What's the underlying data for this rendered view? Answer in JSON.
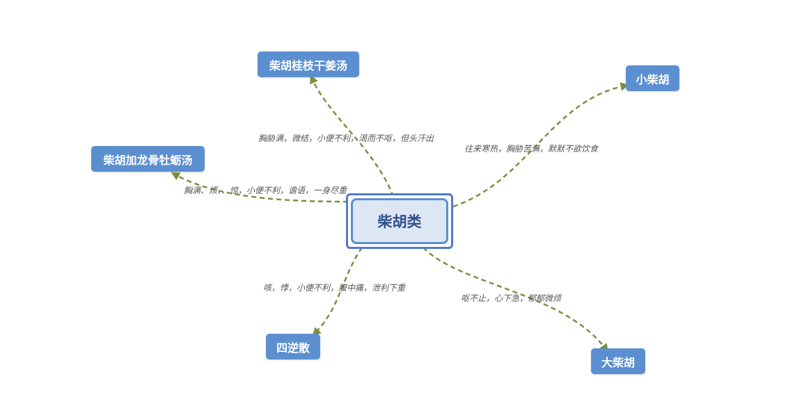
{
  "center": {
    "label": "柴胡类"
  },
  "nodes": {
    "guizhi": {
      "label": "柴胡桂枝干姜汤"
    },
    "xiaochaihu": {
      "label": "小柴胡"
    },
    "longgu": {
      "label": "柴胡加龙骨牡蛎汤"
    },
    "sini": {
      "label": "四逆散"
    },
    "dachaihu": {
      "label": "大柴胡"
    }
  },
  "edges": {
    "guizhi": {
      "label": "胸胁满，微结，小便不利，渴而不呕，但头汗出"
    },
    "xiaochaihu": {
      "label": "往来寒热，胸胁苦满，默默不欲饮食"
    },
    "longgu": {
      "label": "胸满、烦、、惊，小便不利，谵语，一身尽重"
    },
    "sini": {
      "label": "咳，悸，小便不利，腹中痛，泄利下重"
    },
    "dachaihu": {
      "label": "呕不止，心下急，郁郁微烦"
    }
  },
  "colors": {
    "node_fill": "#5b8fd0",
    "center_fill": "#dde6f3",
    "center_border": "#4f7cc4",
    "center_text": "#2f4f8a",
    "edge_stroke": "#76923c",
    "edge_label_text": "#555555"
  }
}
